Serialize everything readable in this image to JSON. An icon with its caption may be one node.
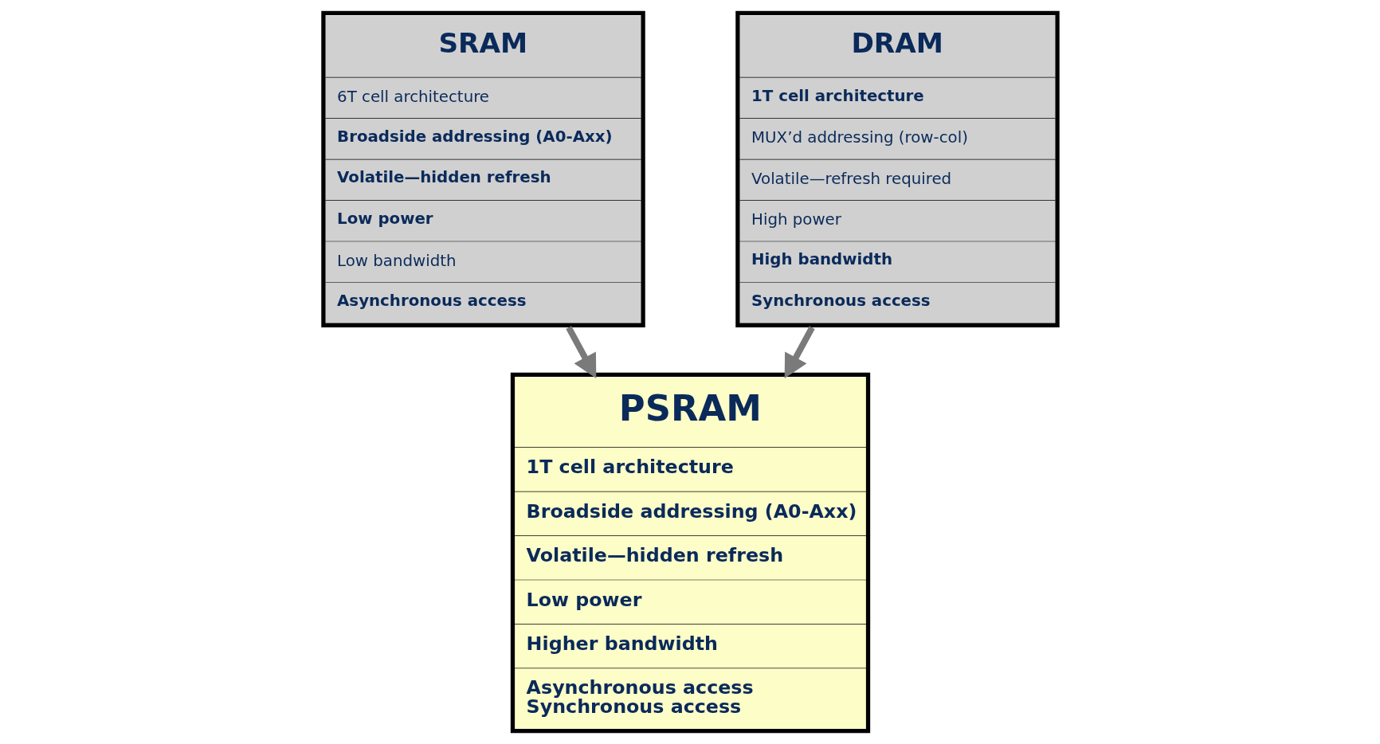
{
  "diagram": {
    "nodes": [
      {
        "text": [
          "SRAM",
          "6T cell architecture",
          "Broadside addressing (A0-Axx)",
          "Volatile—hidden refresh",
          "Low power",
          "Low bandwidth",
          "Asynchronous access"
        ]
      },
      {
        "text": [
          "PSRAM",
          "1T cell architecture",
          "Broadside addressing (A0-Axx)",
          "Volatile—hidden refresh",
          "Low power",
          "Higher bandwidth",
          "Asynchronous access",
          "Synchronous access"
        ]
      },
      {
        "text": [
          "DRAM",
          "1T cell architecture",
          "MUX’d addressing (row-col)",
          "Volatile—refresh required",
          "High power",
          "High bandwidth",
          "Synchronous access"
        ]
      }
    ],
    "edges": [
      {
        "from": 0,
        "to": 1,
        "arrow": "to"
      },
      {
        "from": 2,
        "to": 1,
        "arrow": "to"
      }
    ]
  }
}
